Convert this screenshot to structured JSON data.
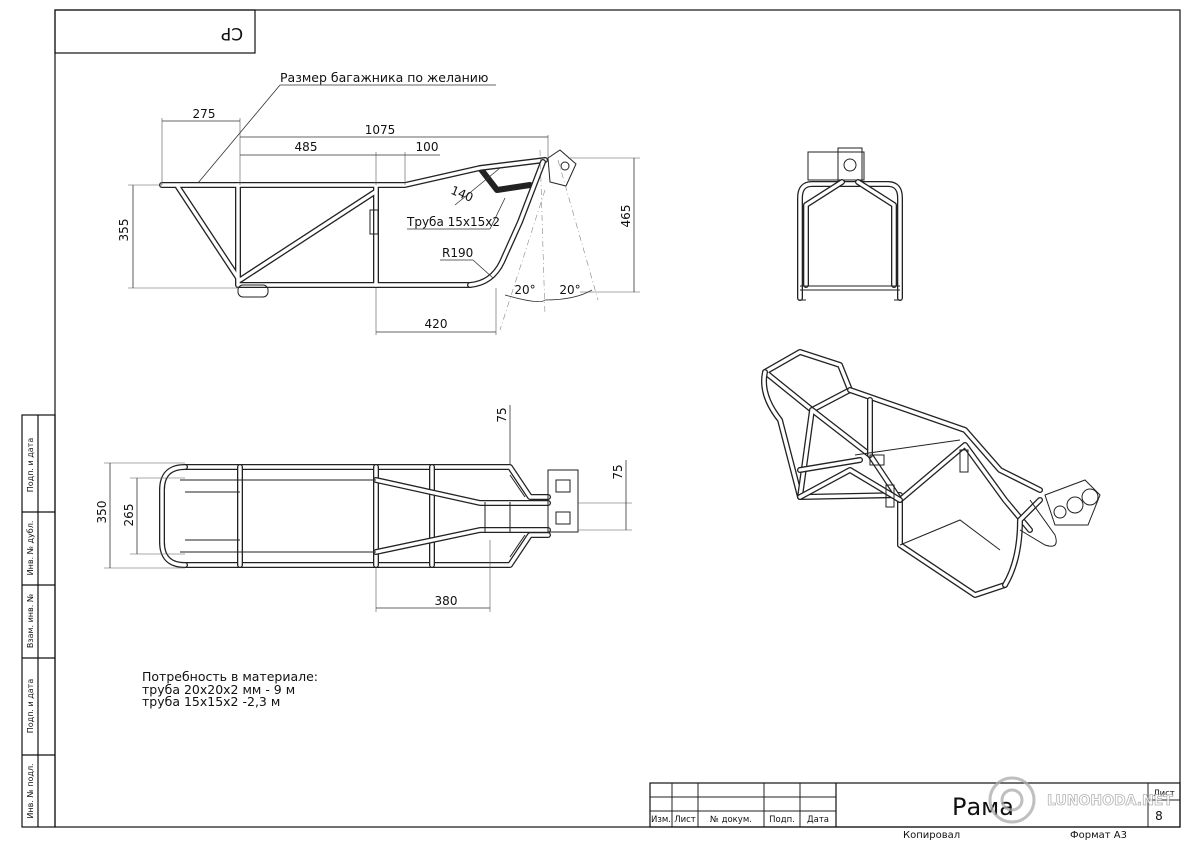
{
  "sheet": {
    "stamp_code": "СР",
    "title": "Рама",
    "sheet_label": "Лист",
    "sheet_number": "8",
    "copied_label": "Копировал",
    "format_label": "Формат А3",
    "watermark": "LUNOHODA.NET"
  },
  "side_stamps": [
    "Подп. и дата",
    "Инв. № дубл.",
    "Взам. инв. №",
    "Подп. и дата",
    "Инв. № подл."
  ],
  "title_block_headers": [
    "Изм.",
    "Лист",
    "№ докум.",
    "Подп.",
    "Дата"
  ],
  "side_view": {
    "note_trunk": "Размер багажника по желанию",
    "dim_275": "275",
    "dim_1075": "1075",
    "dim_485": "485",
    "dim_100": "100",
    "dim_140": "140",
    "tube_label": "Труба 15х15х2",
    "radius_label": "R190",
    "dim_355": "355",
    "dim_465": "465",
    "dim_420": "420",
    "angle_1": "20°",
    "angle_2": "20°"
  },
  "top_view": {
    "dim_75_top": "75",
    "dim_75_right": "75",
    "dim_350": "350",
    "dim_265": "265",
    "dim_380": "380"
  },
  "materials": {
    "heading": "Потребность в материале:",
    "line_1": "труба 20х20х2 мм - 9 м",
    "line_2": "труба 15х15х2 -2,3 м"
  }
}
